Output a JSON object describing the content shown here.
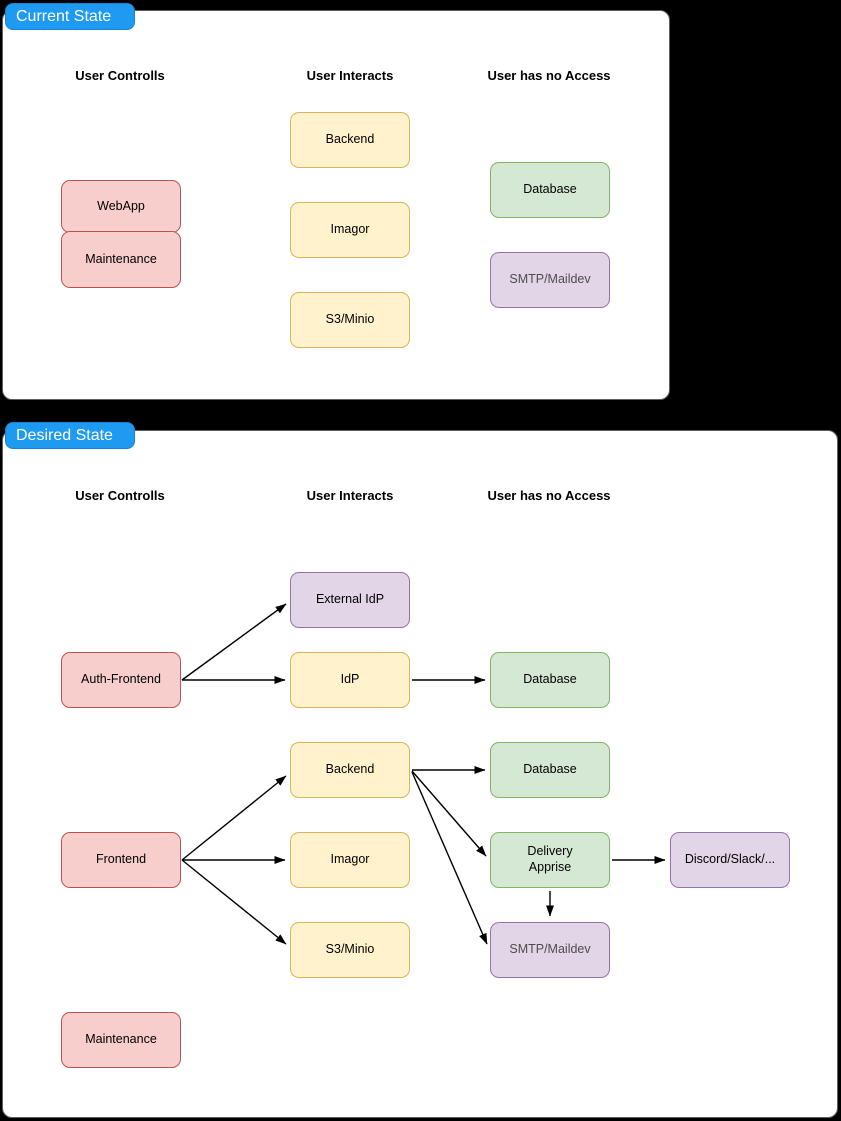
{
  "canvas": {
    "background": "#000000",
    "panel_fill": "#ffffff"
  },
  "palette": {
    "label_blue": "#1e9bf0",
    "red_fill": "#f8cecc",
    "red_stroke": "#b85450",
    "yellow_fill": "#fff2cc",
    "yellow_stroke": "#d6b656",
    "green_fill": "#d5e8d4",
    "green_stroke": "#82b366",
    "purple_fill": "#e1d5e7",
    "purple_stroke": "#9673a6",
    "edge_color": "#000000"
  },
  "panels": [
    {
      "title": "Current State",
      "columns": [
        "User Controlls",
        "User Interacts",
        "User has no Access"
      ],
      "nodes": {
        "webapp": "WebApp",
        "maintenance": "Maintenance",
        "backend": "Backend",
        "imagor": "Imagor",
        "s3minio": "S3/Minio",
        "database": "Database",
        "smtp": "SMTP/Maildev"
      },
      "edges": []
    },
    {
      "title": "Desired State",
      "columns": [
        "User Controlls",
        "User Interacts",
        "User has no Access"
      ],
      "nodes": {
        "auth_frontend": "Auth-Frontend",
        "external_idp": "External IdP",
        "idp": "IdP",
        "database_idp": "Database",
        "backend": "Backend",
        "database_backend": "Database",
        "frontend": "Frontend",
        "imagor": "Imagor",
        "delivery_apprise": "Delivery\nApprise",
        "discord": "Discord/Slack/...",
        "s3minio": "S3/Minio",
        "smtp": "SMTP/Maildev",
        "maintenance": "Maintenance"
      },
      "edges": [
        {
          "from": "Auth-Frontend",
          "to": "External IdP"
        },
        {
          "from": "Auth-Frontend",
          "to": "IdP"
        },
        {
          "from": "IdP",
          "to": "Database"
        },
        {
          "from": "Frontend",
          "to": "Backend"
        },
        {
          "from": "Frontend",
          "to": "Imagor"
        },
        {
          "from": "Frontend",
          "to": "S3/Minio"
        },
        {
          "from": "Backend",
          "to": "Database"
        },
        {
          "from": "Backend",
          "to": "Delivery Apprise"
        },
        {
          "from": "Backend",
          "to": "SMTP/Maildev"
        },
        {
          "from": "Delivery Apprise",
          "to": "Discord/Slack/..."
        },
        {
          "from": "Delivery Apprise",
          "to": "SMTP/Maildev"
        }
      ]
    }
  ]
}
